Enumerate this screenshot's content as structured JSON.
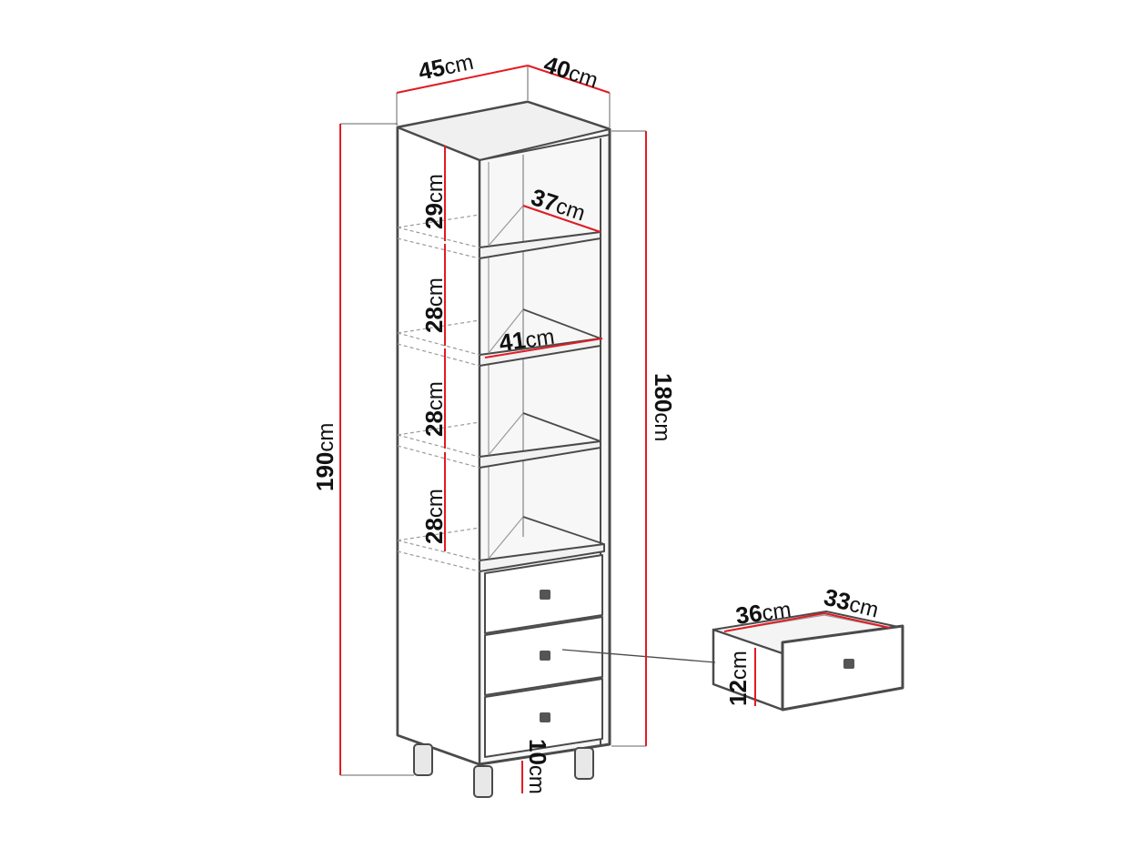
{
  "colors": {
    "dimension_line": "#e31b23",
    "outline": "#4a4a4a",
    "panel_fill": "#f4f4f4",
    "background": "#ffffff"
  },
  "unit": "cm",
  "dimensions": {
    "top_width": "45",
    "top_depth": "40",
    "total_height": "190",
    "body_height": "180",
    "shelf_gap_1": "29",
    "shelf_gap_2": "28",
    "shelf_gap_3": "28",
    "shelf_gap_4": "28",
    "shelf_depth_upper": "37",
    "shelf_depth_lower": "41",
    "leg_height": "10",
    "drawer_width": "36",
    "drawer_depth": "33",
    "drawer_height": "12"
  }
}
